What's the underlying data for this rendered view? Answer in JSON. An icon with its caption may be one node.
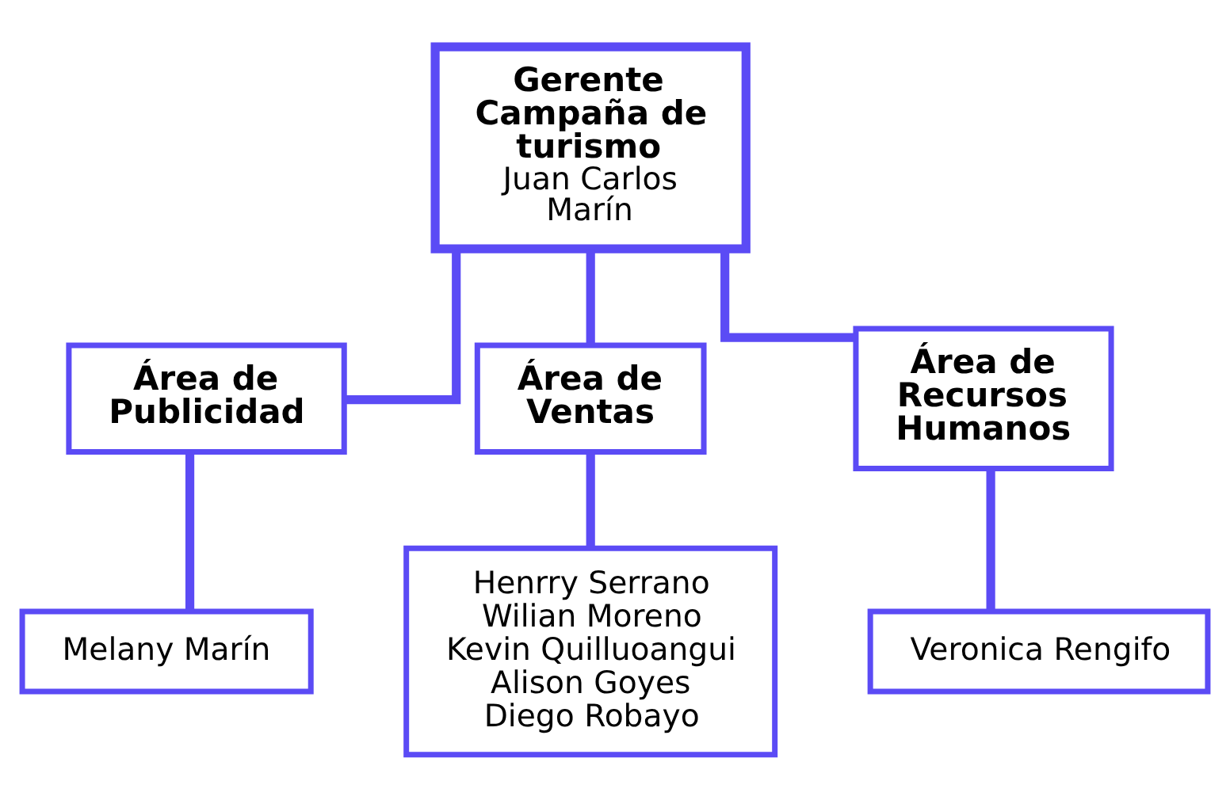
{
  "diagram": {
    "nodes": [
      {
        "text": [
          "Gerente Campaña de turismo",
          "Juan Carlos Marín"
        ]
      },
      {
        "text": [
          "Área de Publicidad"
        ]
      },
      {
        "text": [
          "Área de Ventas"
        ]
      },
      {
        "text": [
          "Área de Recursos Humanos"
        ]
      },
      {
        "text": [
          "Melany Marín"
        ]
      },
      {
        "text": [
          "Henrry Serrano",
          "Wilian Moreno",
          "Kevin Quilluoangui",
          "Alison Goyes",
          "Diego Robayo"
        ]
      },
      {
        "text": [
          "Veronica Rengifo"
        ]
      }
    ],
    "edges": [
      {
        "from": 0,
        "to": 1,
        "arrow": "none"
      },
      {
        "from": 0,
        "to": 2,
        "arrow": "none"
      },
      {
        "from": 0,
        "to": 3,
        "arrow": "none"
      },
      {
        "from": 1,
        "to": 4,
        "arrow": "none"
      },
      {
        "from": 2,
        "to": 5,
        "arrow": "none"
      },
      {
        "from": 3,
        "to": 6,
        "arrow": "none"
      }
    ]
  }
}
